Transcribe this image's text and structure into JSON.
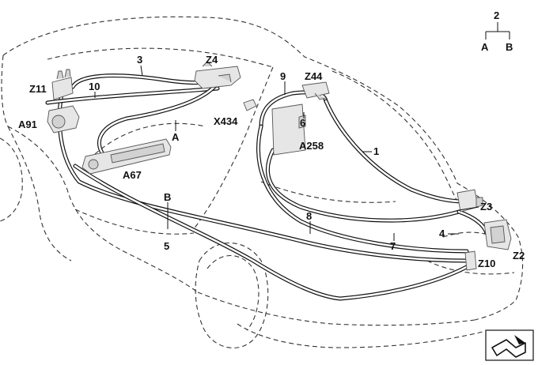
{
  "callouts": {
    "c1": "1",
    "c2": "2",
    "c3": "3",
    "c4": "4",
    "c5": "5",
    "c6": "6",
    "c7": "7",
    "c8": "8",
    "c9": "9",
    "c10": "10",
    "a_top": "A",
    "b_top": "B",
    "a_body": "A",
    "b_body": "B",
    "z4": "Z4",
    "z11": "Z11",
    "z44": "Z44",
    "z3": "Z3",
    "z2": "Z2",
    "z10": "Z10",
    "a91": "A91",
    "a67": "A67",
    "a258": "A258",
    "x434": "X434"
  },
  "icons": [
    "orientation-arrow-icon"
  ]
}
